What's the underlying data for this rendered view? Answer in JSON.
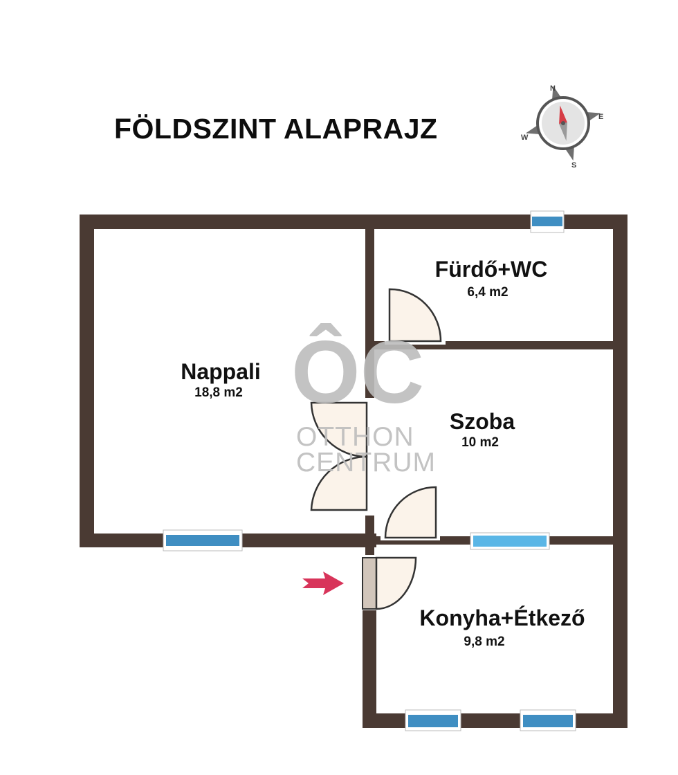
{
  "title": "FÖLDSZINT ALAPRAJZ",
  "compass": {
    "north": "N",
    "east": "E",
    "south": "S",
    "west": "W"
  },
  "rooms": [
    {
      "name": "Nappali",
      "area": "18,8 m2"
    },
    {
      "name": "Fürdő+WC",
      "area": "6,4 m2"
    },
    {
      "name": "Szoba",
      "area": "10 m2"
    },
    {
      "name": "Konyha+Étkező",
      "area": "9,8 m2"
    }
  ],
  "watermark": {
    "logo": "ÔC",
    "line1": "OTTHON",
    "line2": "CENTRUM"
  },
  "colors": {
    "wall": "#4a3a33",
    "window": "#3f8ec2",
    "door_fill": "#fbf3ea",
    "door_stroke": "#333333",
    "entrance_arrow": "#d8345a"
  }
}
